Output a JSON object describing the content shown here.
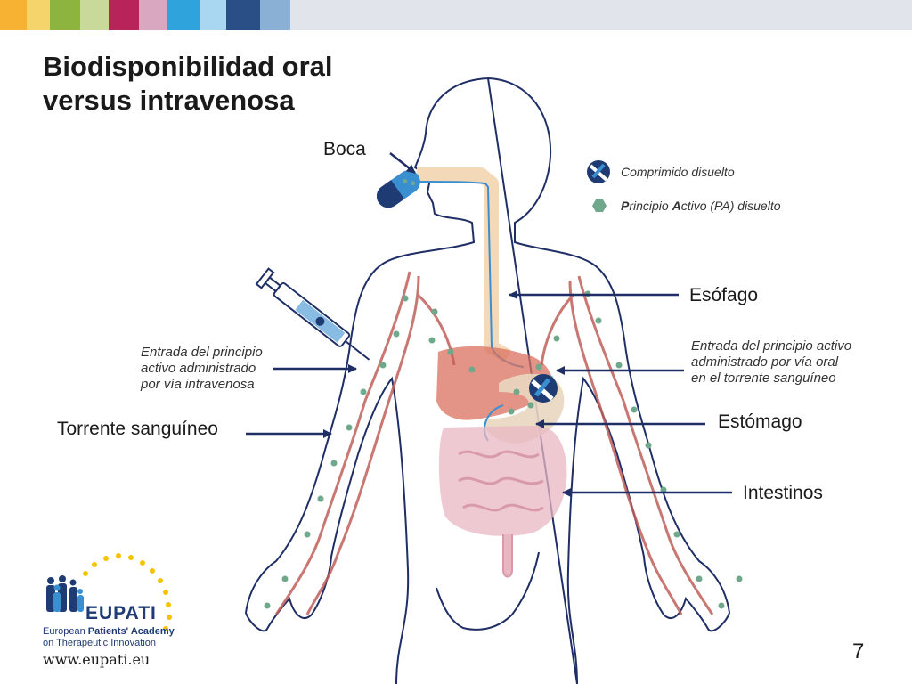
{
  "title": {
    "line1": "Biodisponibilidad oral",
    "line2": "versus intravenosa"
  },
  "header_stripe_colors": [
    "#f7b233",
    "#f5d46b",
    "#8db43e",
    "#c9d99a",
    "#b8235a",
    "#d9a8c0",
    "#2fa3dc",
    "#a9d6f0",
    "#2a4f86",
    "#8bb0d6",
    "#e1e4ea"
  ],
  "labels": {
    "boca": "Boca",
    "esofago": "Esófago",
    "estomago": "Estómago",
    "intestinos": "Intestinos",
    "torrente": "Torrente sanguíneo",
    "iv_entry": [
      "Entrada del principio",
      "activo administrado",
      "por vía intravenosa"
    ],
    "oral_entry": [
      "Entrada del principio activo",
      "administrado por vía oral",
      "en el torrente sanguíneo"
    ]
  },
  "legend": {
    "dissolved_tablet": "Comprimido disuelto",
    "active_ingredient_prefix_p": "P",
    "active_ingredient_mid1": "rincipio ",
    "active_ingredient_prefix_a": "A",
    "active_ingredient_rest": "ctivo (PA) disuelto",
    "tablet_icon": "dissolving-tablet-icon",
    "ingredient_icon": "hexagon-dot-icon"
  },
  "logo": {
    "name": "EUPATI",
    "sub1_prefix": "European ",
    "sub1_bold": "Patients' Academy",
    "sub2": "on Therapeutic Innovation",
    "url": "www.eupati.eu"
  },
  "page_number": "7",
  "colors": {
    "outline": "#1f2f66",
    "arrow": "#1f2f66",
    "vessel": "#c0605a",
    "dot": "#6fa88a",
    "liver": "#d9705f",
    "intestine": "#e8b7c2",
    "esophagus": "#f3d9b8",
    "pill_dark": "#1f3b73",
    "pill_light": "#3a8fd0"
  }
}
